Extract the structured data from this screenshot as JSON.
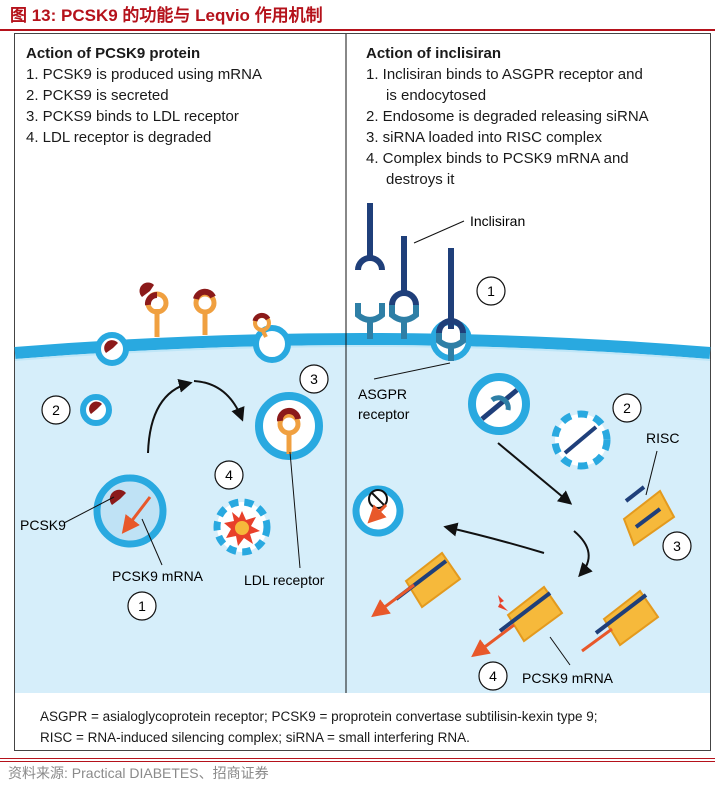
{
  "figure": {
    "title": "图 13:  PCSK9 的功能与 Leqvio 作用机制",
    "source": "资料来源:  Practical DIABETES、招商证券"
  },
  "left_panel": {
    "heading": "Action of PCSK9 protein",
    "steps": [
      "1. PCSK9 is produced using mRNA",
      "2. PCKS9 is secreted",
      "3. PCKS9 binds to LDL receptor",
      "4. LDL receptor is degraded"
    ],
    "labels": {
      "pcsk9": "PCSK9",
      "pcsk9_mrna": "PCSK9 mRNA",
      "ldl_receptor": "LDL receptor"
    },
    "step_markers": [
      "1",
      "2",
      "3",
      "4"
    ]
  },
  "right_panel": {
    "heading": "Action of inclisiran",
    "steps": [
      "1. Inclisiran binds to ASGPR receptor and",
      "is endocytosed",
      "2. Endosome is degraded releasing siRNA",
      "3. siRNA loaded into RISC complex",
      "4. Complex binds to PCSK9 mRNA and",
      "destroys it"
    ],
    "labels": {
      "inclisiran": "Inclisiran",
      "asgpr_line1": "ASGPR",
      "asgpr_line2": "receptor",
      "risc": "RISC",
      "pcsk9_mrna": "PCSK9 mRNA"
    },
    "step_markers": [
      "1",
      "2",
      "3",
      "4"
    ]
  },
  "caption": {
    "line1": "ASGPR =  asialoglycoprotein receptor; PCSK9 = proprotein convertase subtilisin-kexin type 9;",
    "line2": "RISC = RNA-induced silencing complex; siRNA = small interfering RNA."
  },
  "colors": {
    "title_red": "#b5121b",
    "membrane": "#29a9e0",
    "cytoplasm": "#d6eefa",
    "pcsk9": "#8b1a1a",
    "receptor": "#f0a040",
    "inclisiran": "#1f3f7a",
    "asgpr": "#2e7fa6",
    "mrna": "#e8582a",
    "risc": "#f6b93b"
  }
}
